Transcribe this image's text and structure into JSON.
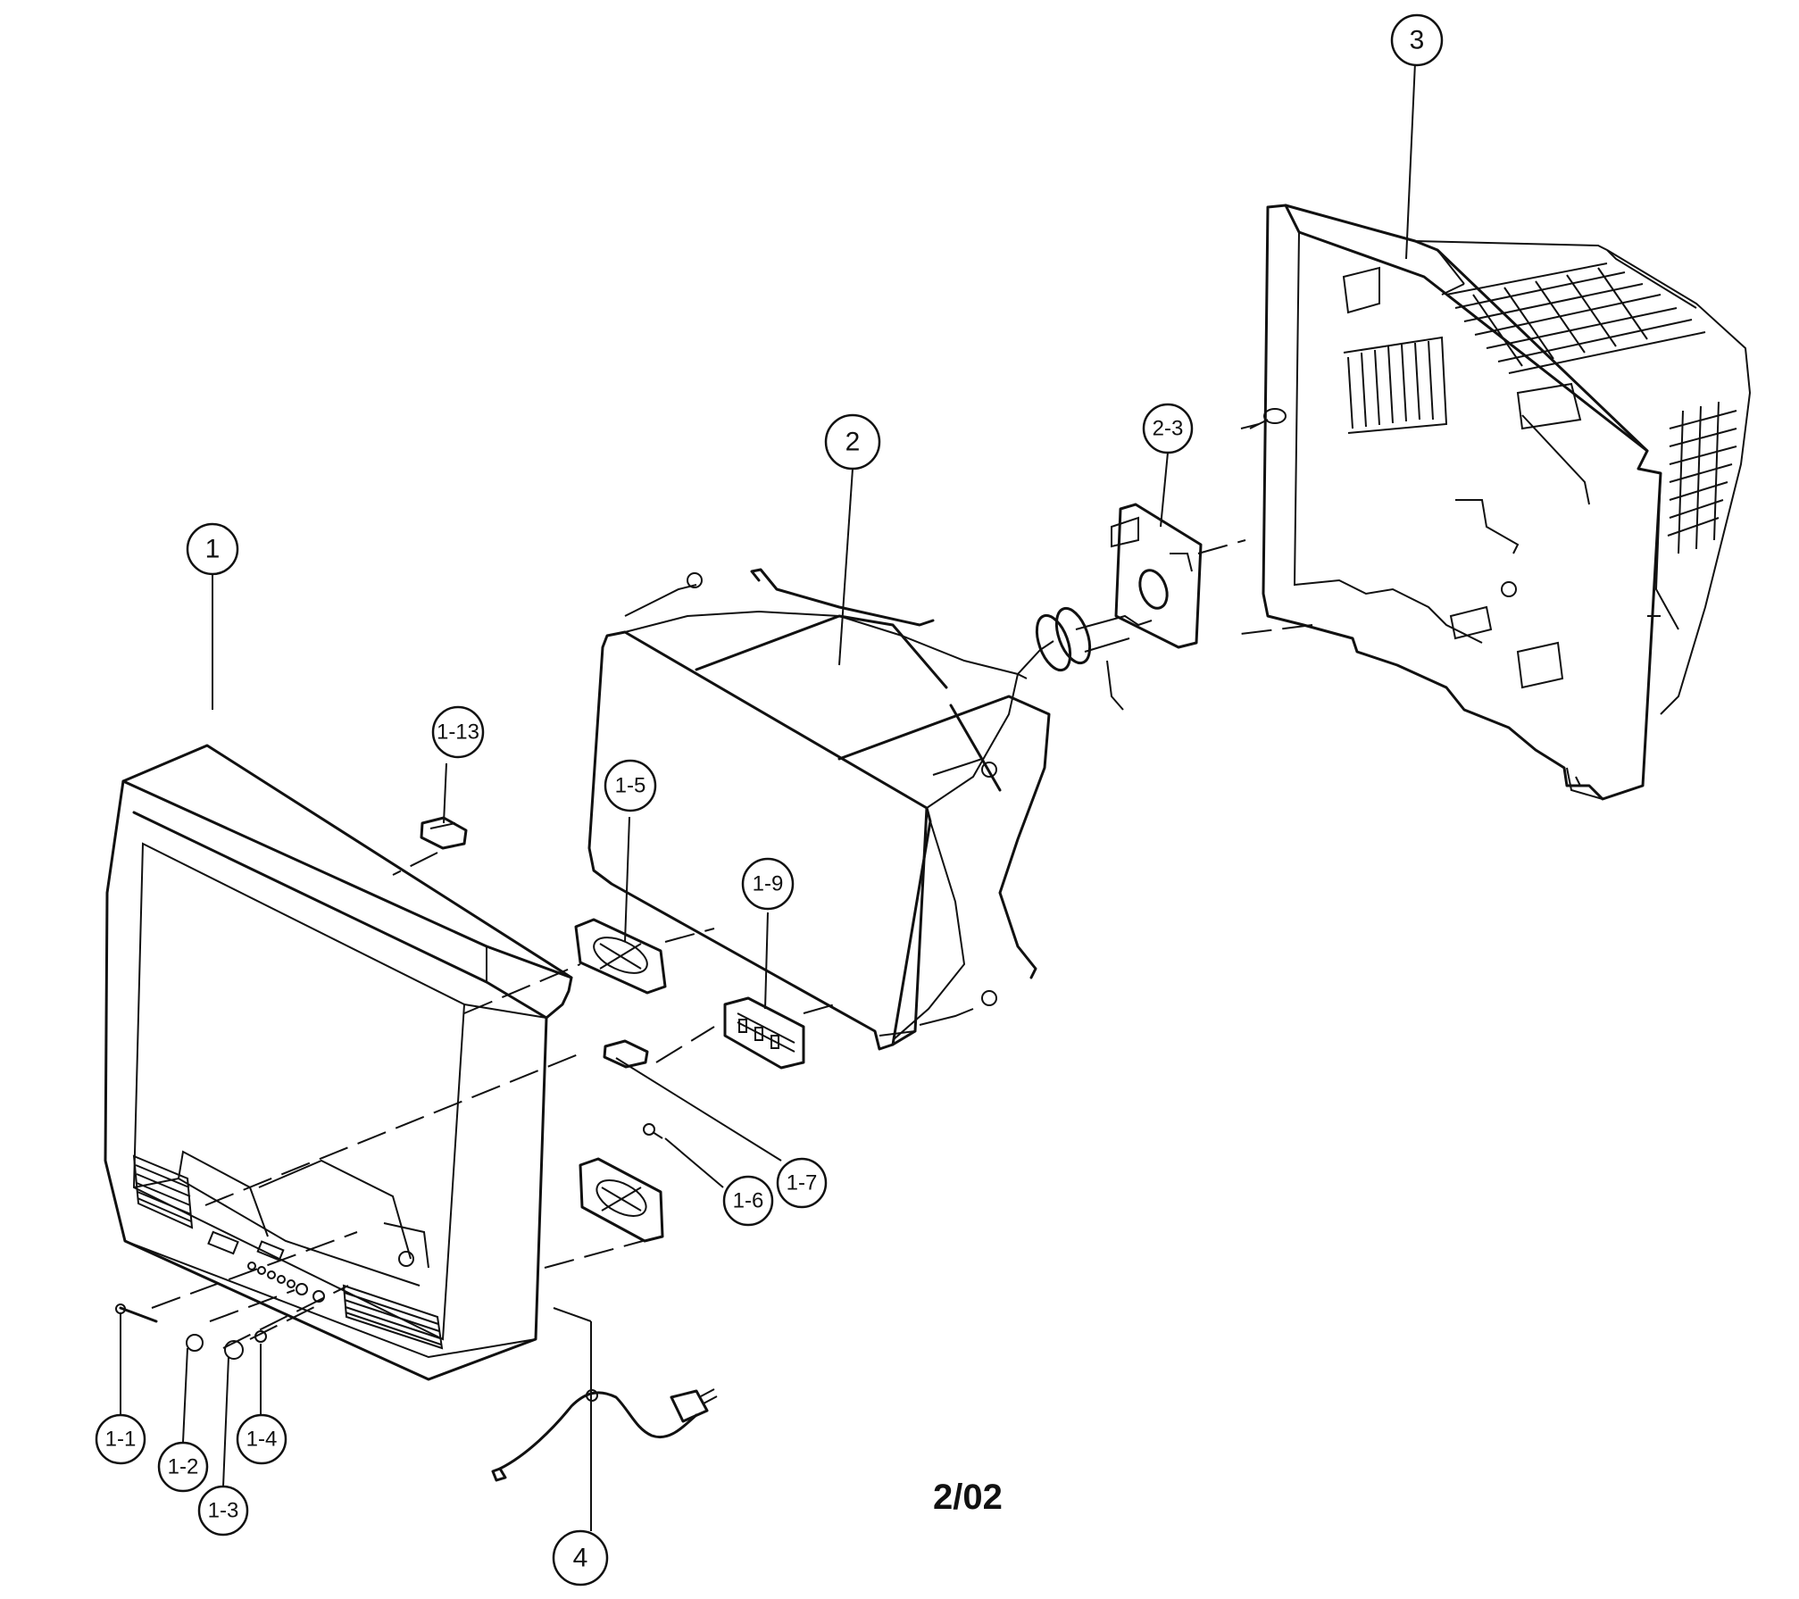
{
  "callouts": {
    "c1": "1",
    "c2": "2",
    "c3": "3",
    "c4": "4",
    "c2_3": "2-3",
    "c1_1": "1-1",
    "c1_2": "1-2",
    "c1_3": "1-3",
    "c1_4": "1-4",
    "c1_5": "1-5",
    "c1_6": "1-6",
    "c1_7": "1-7",
    "c1_9": "1-9",
    "c1_13": "1-13"
  },
  "page_code": "2/02"
}
